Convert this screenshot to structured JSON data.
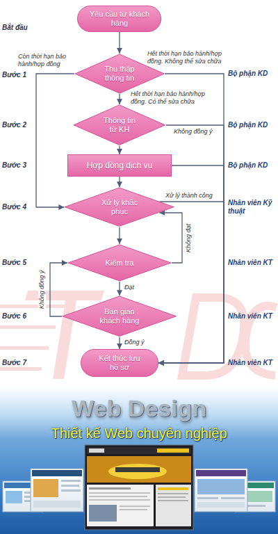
{
  "diagram": {
    "nodes": [
      {
        "text": [
          "Yêu cầu từ khách hàng"
        ]
      },
      {
        "text": [
          "Thu thập thông tin"
        ]
      },
      {
        "text": [
          "Thông tin từ KH"
        ]
      },
      {
        "text": [
          "Hợp đồng dịch vụ"
        ]
      },
      {
        "text": [
          "Xử lý khắc phục"
        ]
      },
      {
        "text": [
          "Kiểm tra"
        ]
      },
      {
        "text": [
          "Bàn giao khách hàng"
        ]
      },
      {
        "text": [
          "Kết thúc lưu hồ sơ"
        ]
      }
    ],
    "edges": [
      {
        "from": 0,
        "to": 1,
        "arrow": "to"
      },
      {
        "from": 1,
        "to": 4,
        "label": "Còn thời hạn bảo hành/hợp đồng",
        "arrow": "to"
      },
      {
        "from": 1,
        "to": 7,
        "label": "Hết thời hạn bảo hành/hợp đồng. Không thể sửa chữa",
        "arrow": "to"
      },
      {
        "from": 1,
        "to": 2,
        "label": "Hết thời hạn bảo hành/hợp đồng. Có thể sửa chữa",
        "arrow": "to"
      },
      {
        "from": 2,
        "to": 7,
        "label": "Không đồng ý",
        "arrow": "to"
      },
      {
        "from": 2,
        "to": 3,
        "arrow": "to"
      },
      {
        "from": 3,
        "to": 7,
        "arrow": "to"
      },
      {
        "from": 3,
        "to": 4,
        "arrow": "to"
      },
      {
        "from": 4,
        "to": 7,
        "label": "Xử lý thành công",
        "arrow": "to"
      },
      {
        "from": 4,
        "to": 5,
        "arrow": "to"
      },
      {
        "from": 5,
        "to": 4,
        "label": "Không đạt",
        "arrow": "to"
      },
      {
        "from": 5,
        "to": 6,
        "label": "Đạt",
        "arrow": "to"
      },
      {
        "from": 6,
        "to": 5,
        "label": "Không đồng ý",
        "arrow": "to"
      },
      {
        "from": 6,
        "to": 7,
        "label": "Đồng ý",
        "arrow": "to"
      }
    ],
    "labels": [
      "Bắt đầu",
      "Bước 1",
      "Bước 2",
      "Bước 3",
      "Bước 4",
      "Bước 5",
      "Bước 6",
      "Bước 7",
      "Bộ phận KD",
      "Bộ phận KD",
      "Bộ phận KD",
      "Nhân viên Kỹ thuật",
      "Nhân viên KT",
      "Nhân viên KT",
      "Nhân viên KT",
      "Web Design",
      "Thiết kế Web chuyên nghiệp"
    ]
  }
}
